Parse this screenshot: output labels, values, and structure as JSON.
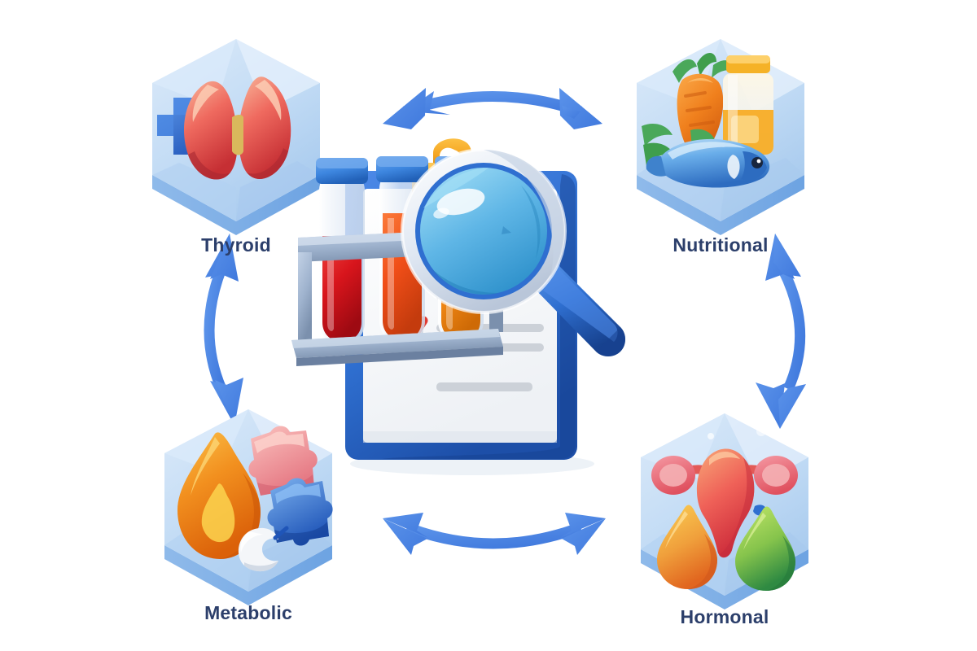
{
  "illustration": {
    "title": "Diagnostic Panels Cycle",
    "background_color": "#ffffff",
    "accent_blue": "#4a86e8",
    "label_color": "#2c3f6b",
    "hex_fill_light": "#cfe2f7",
    "hex_fill_mid": "#b7d4f2",
    "hex_fill_dark": "#7fb0e6"
  },
  "nodes": [
    {
      "id": "thyroid",
      "label": "Thyroid",
      "position": "top-left",
      "icon_name": "thyroid-gland-icon",
      "contents": [
        "thyroid-gland",
        "medical-cross"
      ],
      "colors": {
        "organ": "#e8554e",
        "organ_light": "#f59b84",
        "cross": "#2f6fd0",
        "isthmus": "#d9b85c"
      }
    },
    {
      "id": "nutritional",
      "label": "Nutritional",
      "position": "top-right",
      "icon_name": "nutrition-icon",
      "contents": [
        "carrot",
        "supplement-bottle",
        "fish"
      ],
      "colors": {
        "carrot": "#f5892e",
        "leaf": "#3f9e4d",
        "bottle_cap": "#f5b227",
        "bottle_liquid": "#f7a81b",
        "fish": "#5aa6e8",
        "fish_dark": "#2d6fc4"
      }
    },
    {
      "id": "metabolic",
      "label": "Metabolic",
      "position": "bottom-left",
      "icon_name": "metabolism-icon",
      "contents": [
        "flame-drop",
        "pink-puzzle-piece",
        "blue-puzzle-piece",
        "white-molecule"
      ],
      "colors": {
        "flame_outer": "#f07d1b",
        "flame_inner": "#f7d44c",
        "puzzle_pink": "#f2a0a8",
        "puzzle_blue": "#2f6fd0",
        "molecule": "#f2f4f7"
      }
    },
    {
      "id": "hormonal",
      "label": "Hormonal",
      "position": "bottom-right",
      "icon_name": "hormones-icon",
      "contents": [
        "uterus-ovaries",
        "orange-drop",
        "green-drop"
      ],
      "colors": {
        "organ": "#ef6158",
        "organ_light": "#f6a07c",
        "ovary": "#ef7d86",
        "drop_orange": "#f0a63c",
        "drop_green": "#7fc04a"
      }
    }
  ],
  "arrows": [
    {
      "id": "top-arrow",
      "from": "thyroid",
      "to": "nutritional",
      "style": "double-headed-curved",
      "color": "#4a86e8"
    },
    {
      "id": "right-arrow",
      "from": "nutritional",
      "to": "hormonal",
      "style": "double-headed-curved",
      "color": "#4a86e8"
    },
    {
      "id": "bottom-arrow",
      "from": "hormonal",
      "to": "metabolic",
      "style": "double-headed-curved",
      "color": "#4a86e8"
    },
    {
      "id": "left-arrow",
      "from": "metabolic",
      "to": "thyroid",
      "style": "double-headed-curved",
      "color": "#4a86e8"
    }
  ],
  "center": {
    "name": "lab-test-scene",
    "elements": [
      {
        "name": "clipboard",
        "clip_color": "#f5a623",
        "board_color": "#2f6fd0",
        "paper_color": "#f7f8fa"
      },
      {
        "name": "checklist",
        "checkbox_count": 3,
        "checked": 3,
        "check_color": "#e03a32",
        "line_color": "#ccd1d8"
      },
      {
        "name": "test-tube-rack",
        "rack_color": "#9fb3ce",
        "tubes": [
          {
            "name": "blood-sample-tube",
            "liquid_color": "#d8151c",
            "cap_color": "#3e87e0"
          },
          {
            "name": "orange-red-sample-tube",
            "liquid_color": "#f04e18",
            "cap_color": "#3e87e0"
          },
          {
            "name": "orange-sample-tube",
            "liquid_color": "#f58b16",
            "cap_color": "#3e87e0"
          }
        ]
      },
      {
        "name": "magnifying-glass",
        "lens_color": "#6ec1e8",
        "rim_color": "#e3e9f2",
        "handle_color": "#2f6fd0"
      }
    ]
  }
}
